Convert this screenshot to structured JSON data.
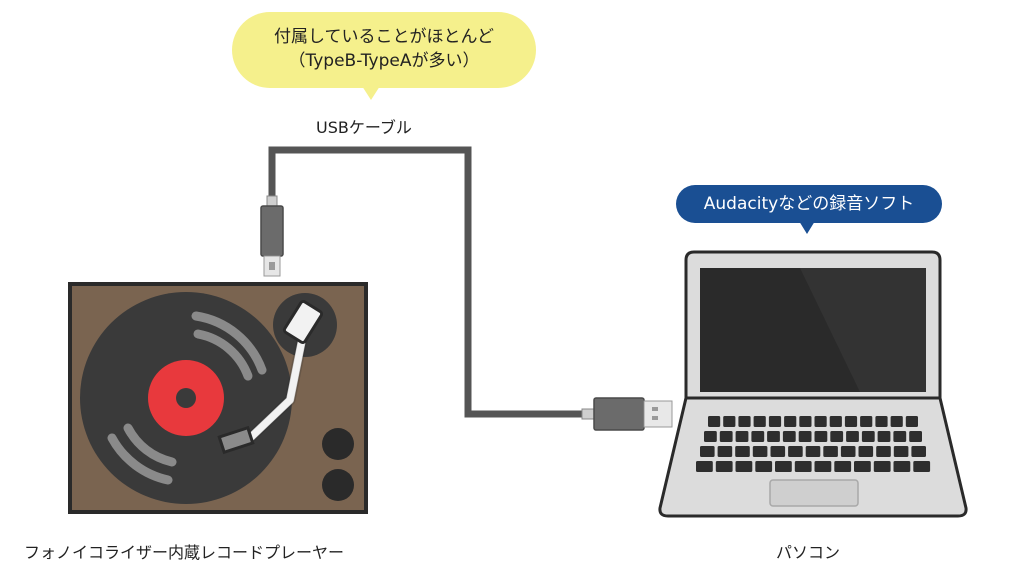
{
  "callouts": {
    "cable_note": {
      "line1": "付属していることがほとんど",
      "line2": "（TypeB-TypeAが多い）"
    },
    "software_note": "Audacityなどの録音ソフト"
  },
  "labels": {
    "cable": "USBケーブル",
    "player": "フォノイコライザー内蔵レコードプレーヤー",
    "pc": "パソコン"
  },
  "colors": {
    "callout_yellow": "#f5f08c",
    "callout_blue": "#1a4f93",
    "player_body": "#7a6450",
    "record_vinyl": "#3a3a3a",
    "record_label": "#e8393d",
    "cable_gray": "#555555",
    "laptop_body": "#dcdcdc",
    "laptop_screen": "#2a2a2a"
  },
  "icons": [
    "turntable-icon",
    "laptop-icon",
    "usb-b-plug-icon",
    "usb-a-plug-icon"
  ]
}
